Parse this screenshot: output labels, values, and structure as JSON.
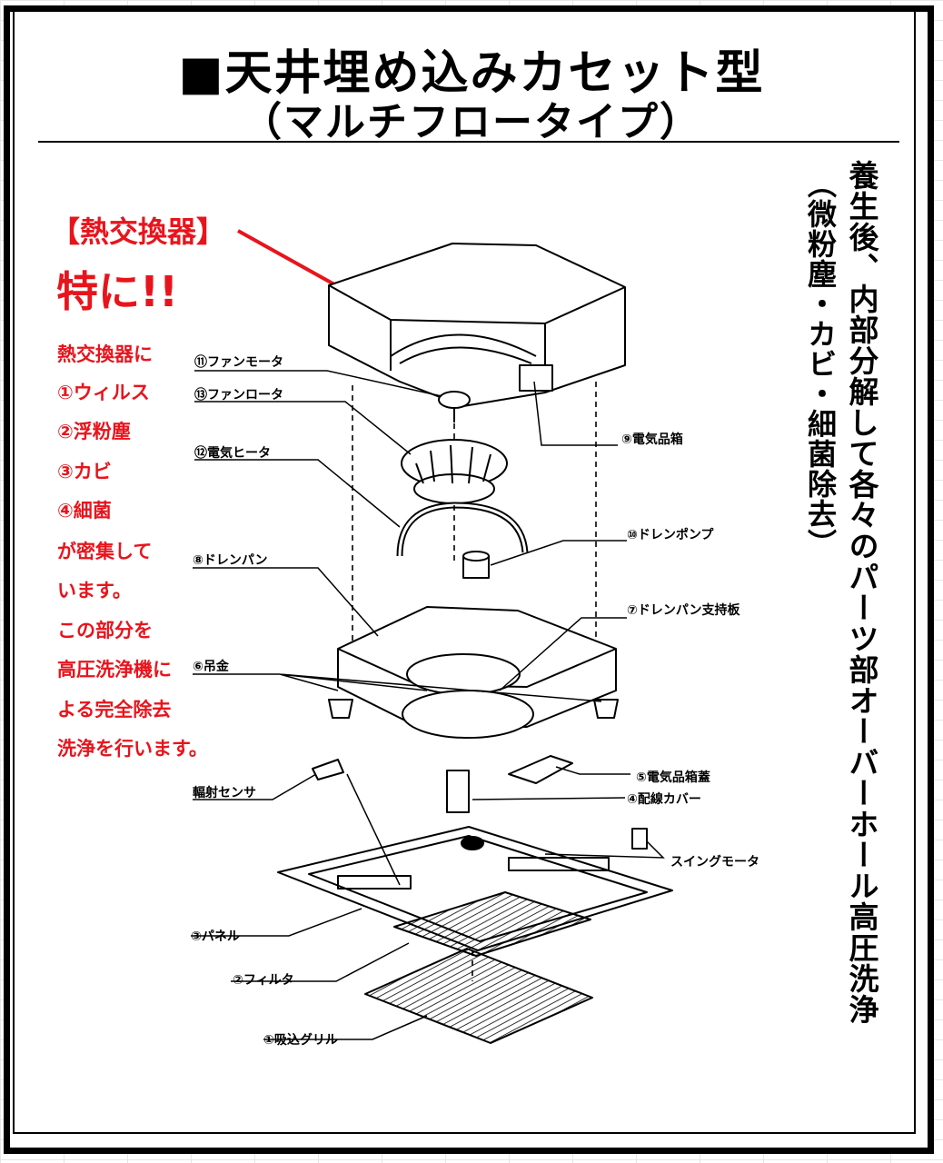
{
  "title": {
    "line1": "■天井埋め込みカセット型",
    "line2": "（マルチフロータイプ）"
  },
  "vertical_text": {
    "main": "養生後、内部分解して各々のパーツ部オーバーホール高圧洗浄",
    "sub": "（微粉塵・カビ・細菌除去）"
  },
  "callout": {
    "heading": "【熱交換器】",
    "emphasis": "特に!!",
    "lines": [
      "熱交換器に",
      "①ウィルス",
      "②浮粉塵",
      "③カビ",
      "④細菌",
      "が密集して",
      "います。",
      "この部分を",
      "高圧洗浄機に",
      "よる完全除去",
      "洗浄を行います。"
    ]
  },
  "parts": {
    "fan_motor": "⑪ファンモータ",
    "fan_rotor": "⑬ファンロータ",
    "heater": "⑫電気ヒータ",
    "elec_box": "⑨電気品箱",
    "drain_pump": "⑩ドレンポンプ",
    "drain_pan": "⑧ドレンパン",
    "drain_pan_support": "⑦ドレンパン支持板",
    "bracket": "⑥吊金",
    "elec_box_cover": "⑤電気品箱蓋",
    "wiring_cover": "④配線カバー",
    "radiation_sensor": "輻射センサ",
    "swing_motor": "スイングモータ",
    "panel": "③パネル",
    "filter": "②フィルタ",
    "intake_grille": "①吸込グリル"
  },
  "colors": {
    "accent_red": "#e8141c",
    "line": "#000000"
  }
}
